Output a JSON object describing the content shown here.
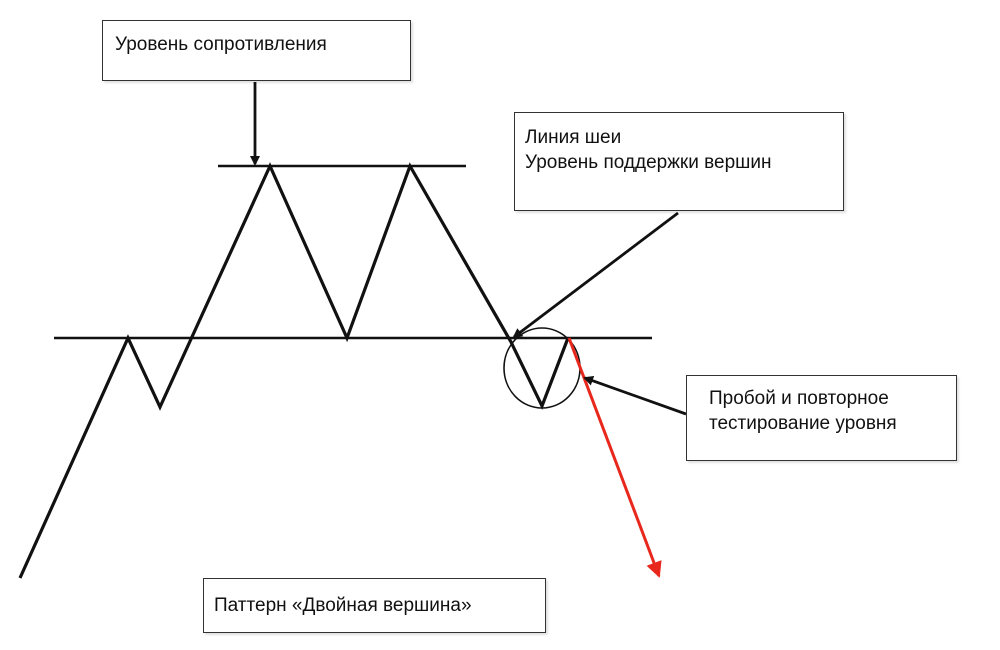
{
  "labels": {
    "resistance": "Уровень сопротивления",
    "neckline_line1": "Линия шеи",
    "neckline_line2": "Уровень поддержки вершин",
    "breakout_line1": "Пробой и повторное",
    "breakout_line2": "тестирование уровня",
    "title": "Паттерн «Двойная вершина»"
  },
  "colors": {
    "line": "#111111",
    "breakout_arrow": "#e8281c",
    "box_border": "#333333"
  }
}
